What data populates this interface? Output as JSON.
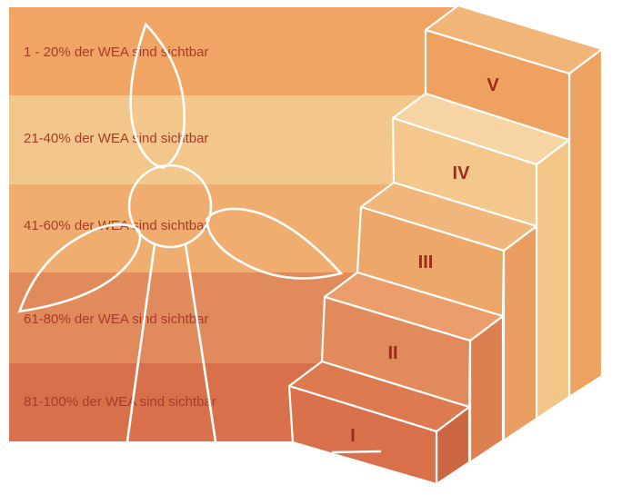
{
  "diagram": {
    "bands": [
      {
        "label": "1 - 20% der WEA sind sichtbar",
        "color": "#f0a565"
      },
      {
        "label": "21-40% der WEA sind sichtbar",
        "color": "#f3c78b"
      },
      {
        "label": "41-60% der WEA sind sichtbar",
        "color": "#efae6f"
      },
      {
        "label": "61-80% der WEA sind sichtbar",
        "color": "#e18a5c"
      },
      {
        "label": "81-100% der WEA sind sichtbar",
        "color": "#d8704b"
      }
    ],
    "steps": [
      {
        "numeral": "I",
        "front": "#d8704b",
        "top": "#de7a51",
        "side": "#cd6743"
      },
      {
        "numeral": "II",
        "front": "#e18a5c",
        "top": "#eb9e6b",
        "side": "#dc8052"
      },
      {
        "numeral": "III",
        "front": "#eda768",
        "top": "#f1b67c",
        "side": "#eb9e62"
      },
      {
        "numeral": "IV",
        "front": "#f4c88c",
        "top": "#f6d4a3",
        "side": "#f2c687"
      },
      {
        "numeral": "V",
        "front": "#efa160",
        "top": "#f1b577",
        "side": "#eea261"
      }
    ],
    "colors": {
      "label_text": "#a83a2a",
      "numeral_text": "#9e2a1b",
      "outline": "#ffffff",
      "background": "#ffffff"
    }
  }
}
